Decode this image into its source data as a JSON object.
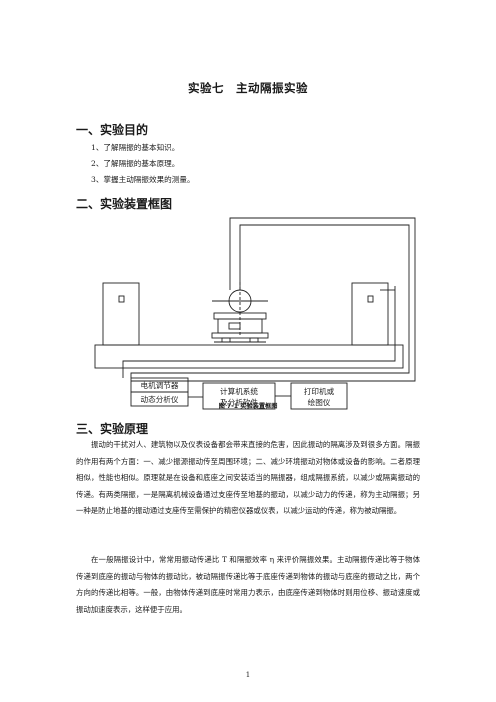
{
  "title": "实验七　主动隔振实验",
  "section1": {
    "heading": "一、实验目的",
    "items": [
      "1、了解隔振的基本知识。",
      "2、了解隔振的基本原理。",
      "3、掌握主动隔振效果的测量。"
    ]
  },
  "section2": {
    "heading": "二、实验装置框图",
    "boxes": {
      "motor_controller": "电机调节器",
      "dynamic_analyzer": "动态分析仪",
      "computer_line1": "计算机系统",
      "computer_line2": "及分析软件",
      "printer_line1": "打印机或",
      "printer_line2": "绘图仪"
    },
    "caption": "图 7-1 实验装置框图"
  },
  "section3": {
    "heading": "三、实验原理",
    "para1": "振动的干扰对人、建筑物以及仪表设备都会带来直接的危害，因此振动的隔离涉及到很多方面。隔振的作用有两个方面：一、减少振源振动传至周围环境；二、减少环境振动对物体或设备的影响。二者原理相似，性能也相似。原理就是在设备和底座之间安装适当的隔振器，组成隔振系统，以减少或隔离振动的传递。有两类隔振，一是隔离机械设备通过支座传至地基的振动，以减少动力的传递，称为主动隔振；另一种是防止地基的振动通过支座传至需保护的精密仪器或仪表，以减少运动的传递，称为被动隔振。",
    "para2": "在一般隔振设计中，常常用振动传递比 T 和隔振效率 η 来评价隔振效果。主动隔振传递比等于物体传递到底座的振动与物体的振动比，被动隔振传递比等于底座传递到物体的振动与底座的振动之比，两个方向的传递比相等。一般，由物体传递到底座时常用力表示，由底座传递到物体时则用位移、振动速度或振动加速度表示，这样便于应用。"
  },
  "page_number": "1"
}
